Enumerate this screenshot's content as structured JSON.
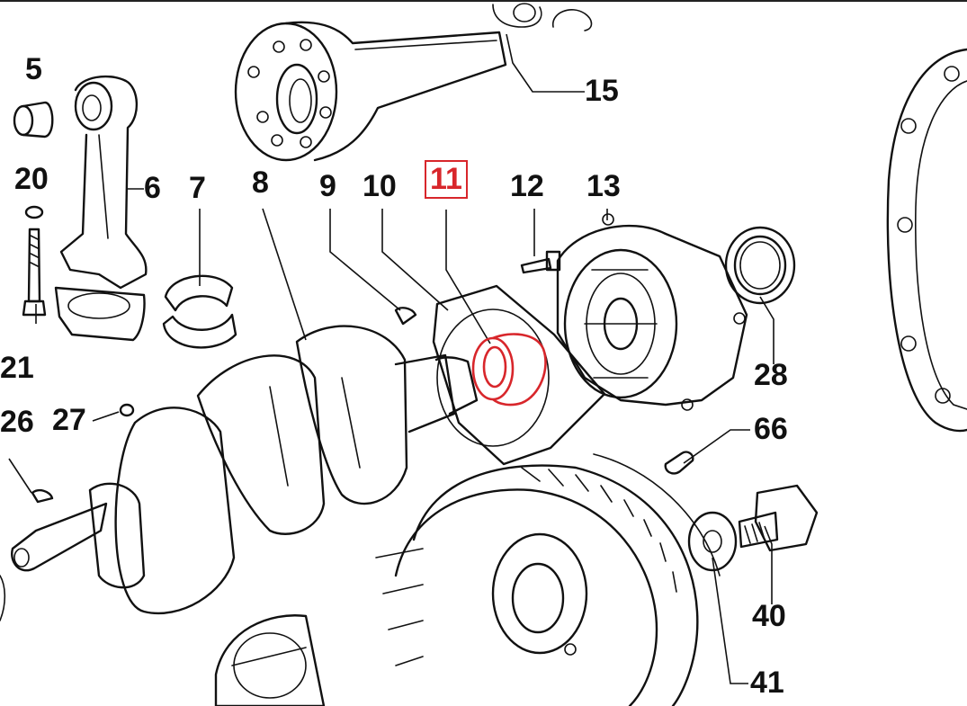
{
  "diagram": {
    "highlight_color": "#d8262b",
    "ink_color": "#111111",
    "callouts": [
      {
        "id": "c5",
        "text": "5"
      },
      {
        "id": "c6",
        "text": "6"
      },
      {
        "id": "c7",
        "text": "7"
      },
      {
        "id": "c8",
        "text": "8"
      },
      {
        "id": "c9",
        "text": "9"
      },
      {
        "id": "c10",
        "text": "10"
      },
      {
        "id": "c11",
        "text": "11",
        "highlighted": true
      },
      {
        "id": "c12",
        "text": "12"
      },
      {
        "id": "c13",
        "text": "13"
      },
      {
        "id": "c15",
        "text": "15"
      },
      {
        "id": "c20",
        "text": "20"
      },
      {
        "id": "c21",
        "text": "21"
      },
      {
        "id": "c26",
        "text": "26"
      },
      {
        "id": "c27",
        "text": "27"
      },
      {
        "id": "c28",
        "text": "28"
      },
      {
        "id": "c66",
        "text": "66"
      },
      {
        "id": "c40",
        "text": "40"
      },
      {
        "id": "c41",
        "text": "41"
      }
    ]
  }
}
